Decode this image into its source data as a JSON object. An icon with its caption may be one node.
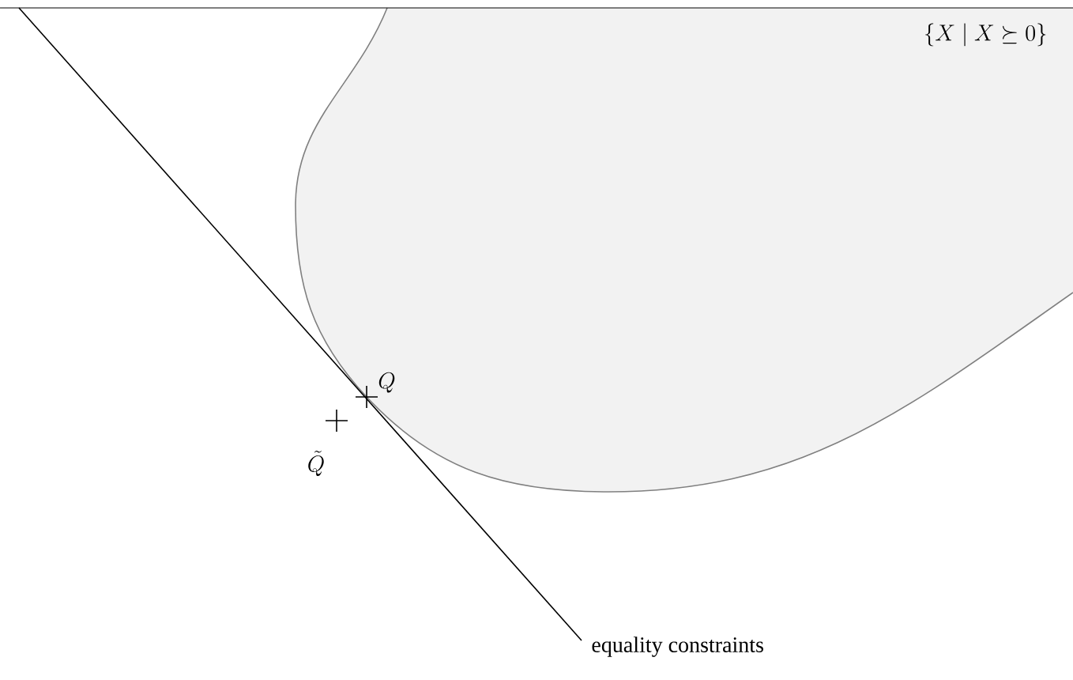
{
  "diagram": {
    "labels": [
      "\\{X \\mid X \\succeq 0\\}",
      "Q",
      "\\tilde{Q}",
      "equality constraints"
    ]
  }
}
